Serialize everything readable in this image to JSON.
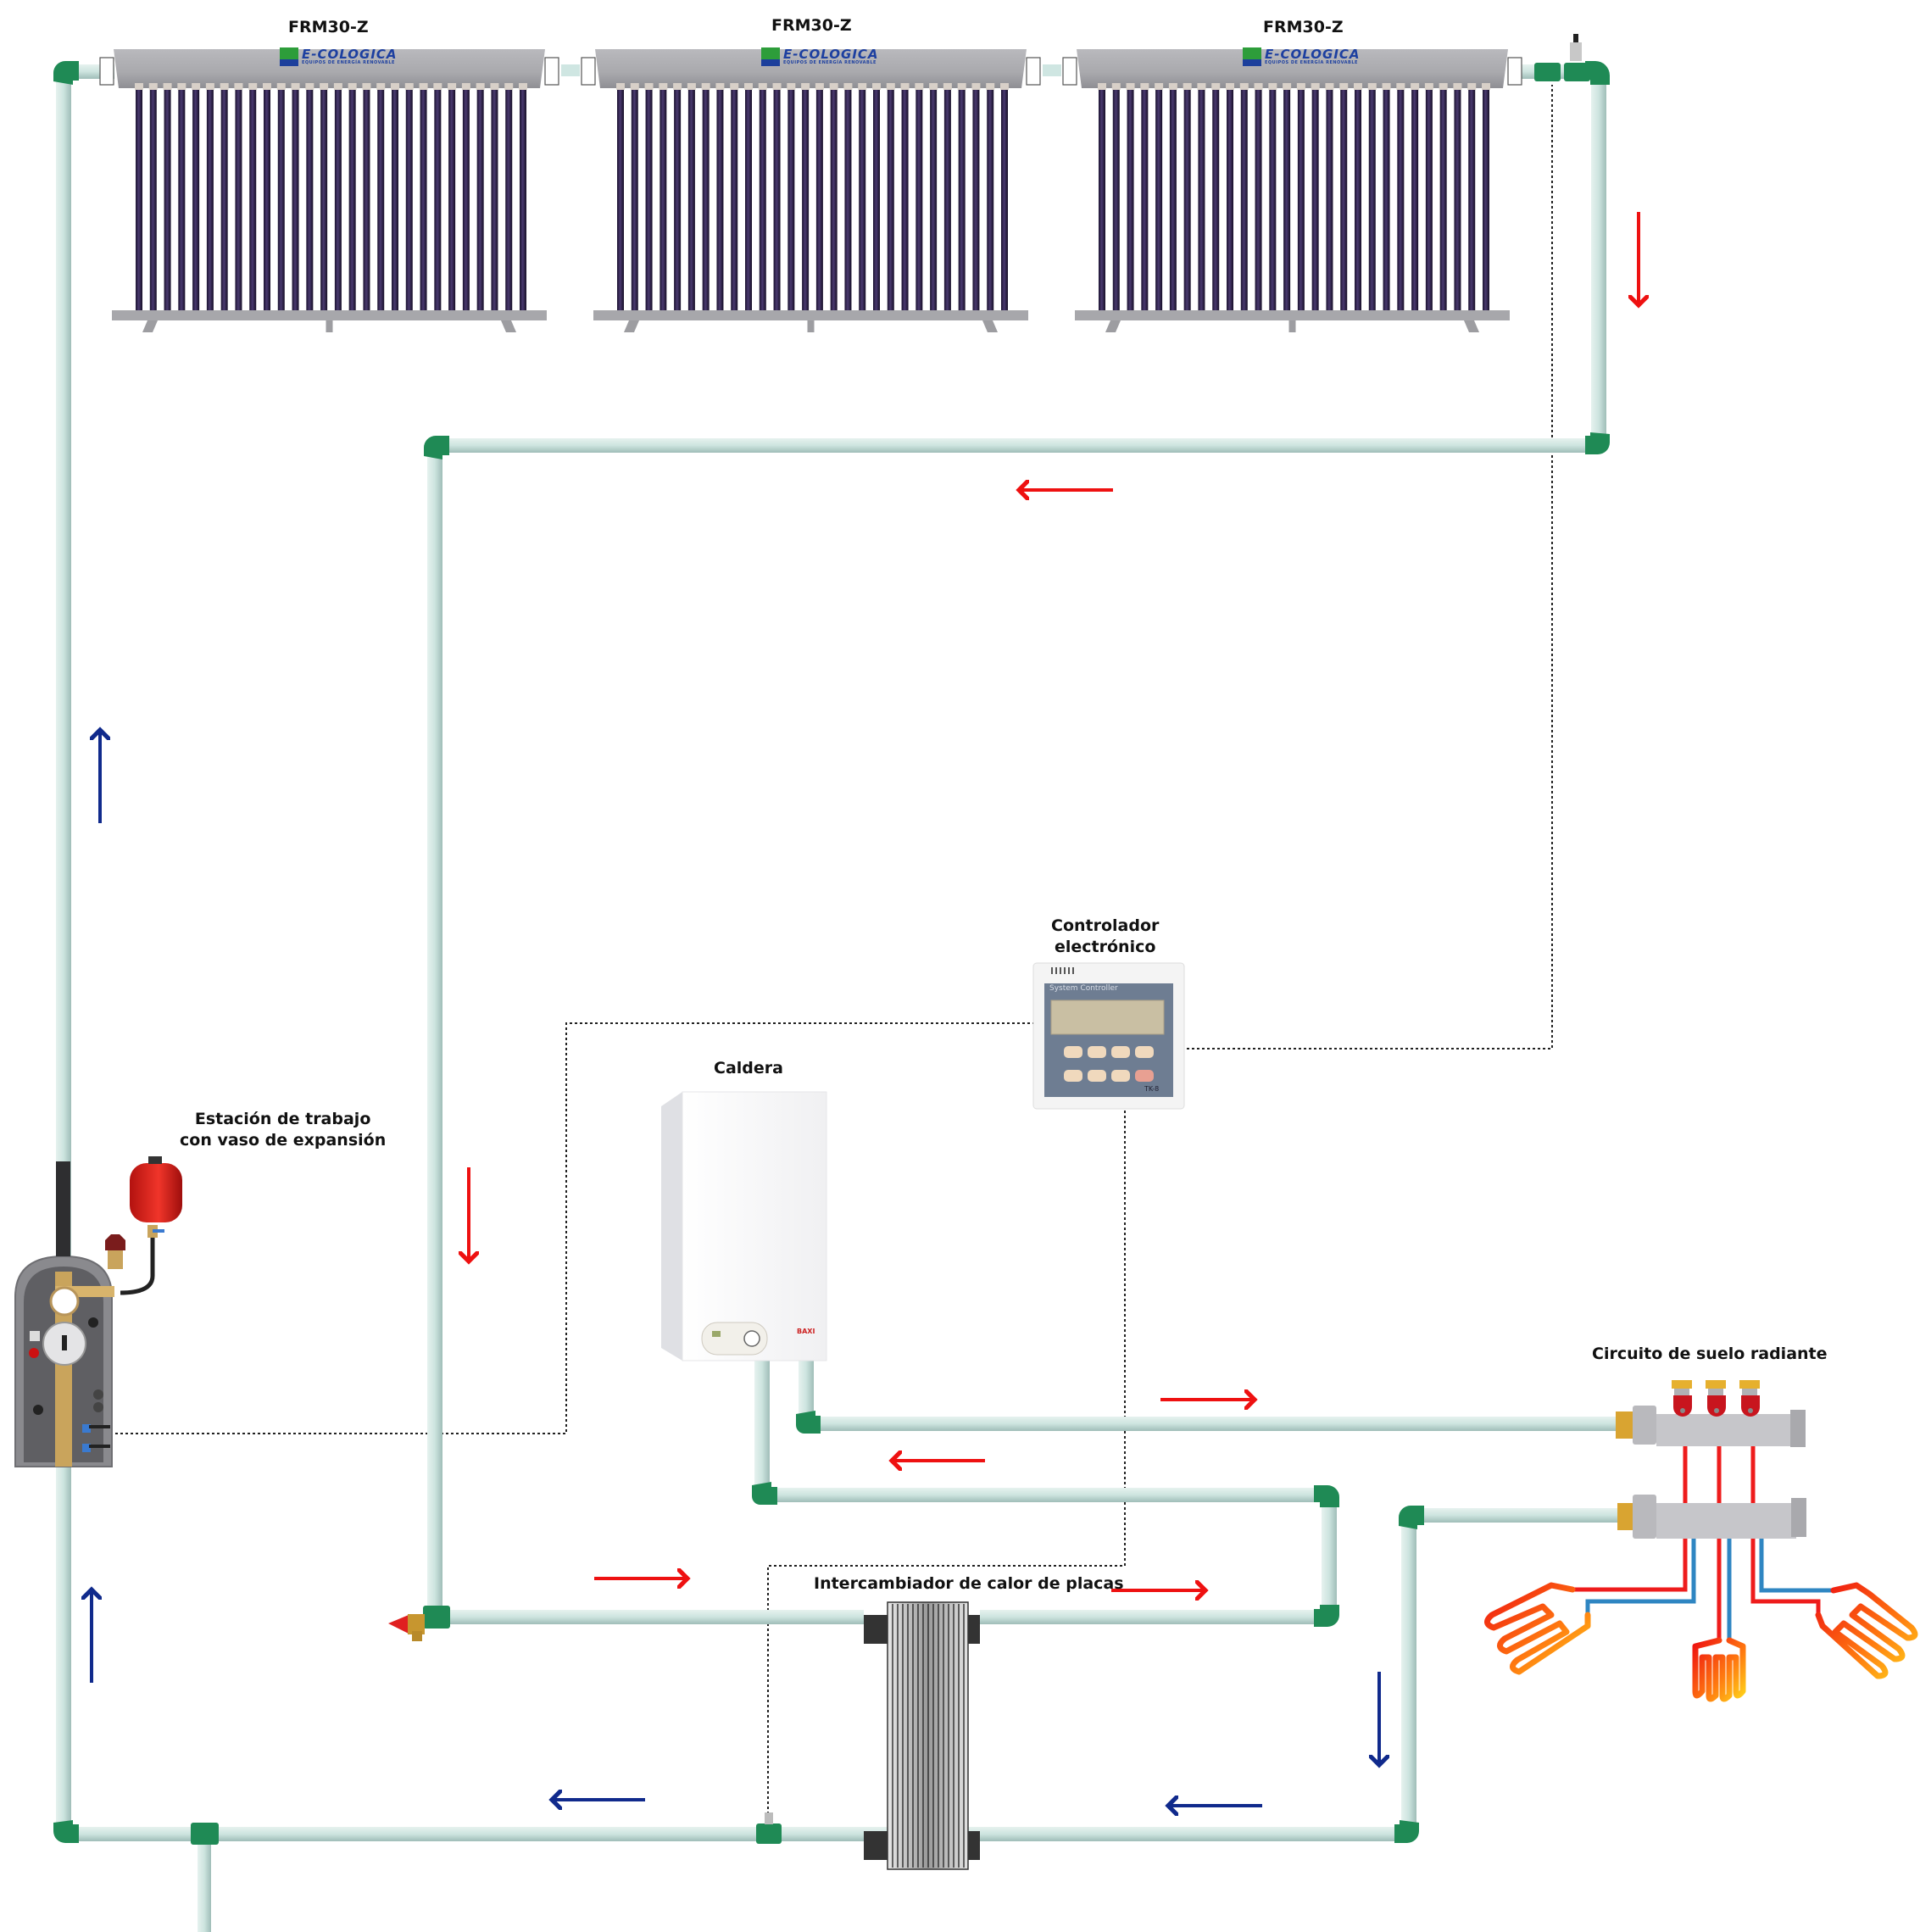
{
  "diagram": {
    "title": "Solar thermal underfloor heating installation",
    "components": {
      "collectors": [
        {
          "label": "FRM30-Z",
          "brand": "E-COLOGICA",
          "brand_sub": "EQUIPOS DE ENERGÍA RENOVABLE",
          "tube_count": 28
        },
        {
          "label": "FRM30-Z",
          "brand": "E-COLOGICA",
          "brand_sub": "EQUIPOS DE ENERGÍA RENOVABLE",
          "tube_count": 28
        },
        {
          "label": "FRM30-Z",
          "brand": "E-COLOGICA",
          "brand_sub": "EQUIPOS DE ENERGÍA RENOVABLE",
          "tube_count": 28
        }
      ],
      "controller": {
        "label_line1": "Controlador",
        "label_line2": "electrónico",
        "screen_title": "System Controller",
        "model": "TK-8"
      },
      "boiler": {
        "label": "Caldera",
        "brand": "BAXI"
      },
      "station": {
        "label_line1": "Estación de trabajo",
        "label_line2": "con vaso de expansión"
      },
      "heat_exchanger": {
        "label": "Intercambiador de calor de placas"
      },
      "floor_heating": {
        "label": "Circuito de suelo radiante",
        "loops": 3
      }
    },
    "colors": {
      "pipe": "#cfe6e2",
      "fitting": "#1f8a55",
      "hot_arrow": "#ee1111",
      "cold_arrow": "#102a8c",
      "hot_line": "#ee1c1c",
      "cold_line": "#2f86c2"
    },
    "flow_arrows": [
      {
        "id": "collector-return-down",
        "direction": "down",
        "type": "hot"
      },
      {
        "id": "top-header-left",
        "direction": "left",
        "type": "hot"
      },
      {
        "id": "down-to-hx",
        "direction": "down",
        "type": "hot"
      },
      {
        "id": "hx-primary-in",
        "direction": "right",
        "type": "hot"
      },
      {
        "id": "hx-secondary-out",
        "direction": "right",
        "type": "hot"
      },
      {
        "id": "boiler-to-floor",
        "direction": "right",
        "type": "hot"
      },
      {
        "id": "boiler-return",
        "direction": "left",
        "type": "hot"
      },
      {
        "id": "floor-return-down",
        "direction": "down",
        "type": "cold"
      },
      {
        "id": "bottom-return-left-right",
        "direction": "left",
        "type": "cold"
      },
      {
        "id": "bottom-return-left",
        "direction": "left",
        "type": "cold"
      },
      {
        "id": "left-riser-lower",
        "direction": "up",
        "type": "cold"
      },
      {
        "id": "left-riser-upper",
        "direction": "up",
        "type": "cold"
      }
    ]
  }
}
